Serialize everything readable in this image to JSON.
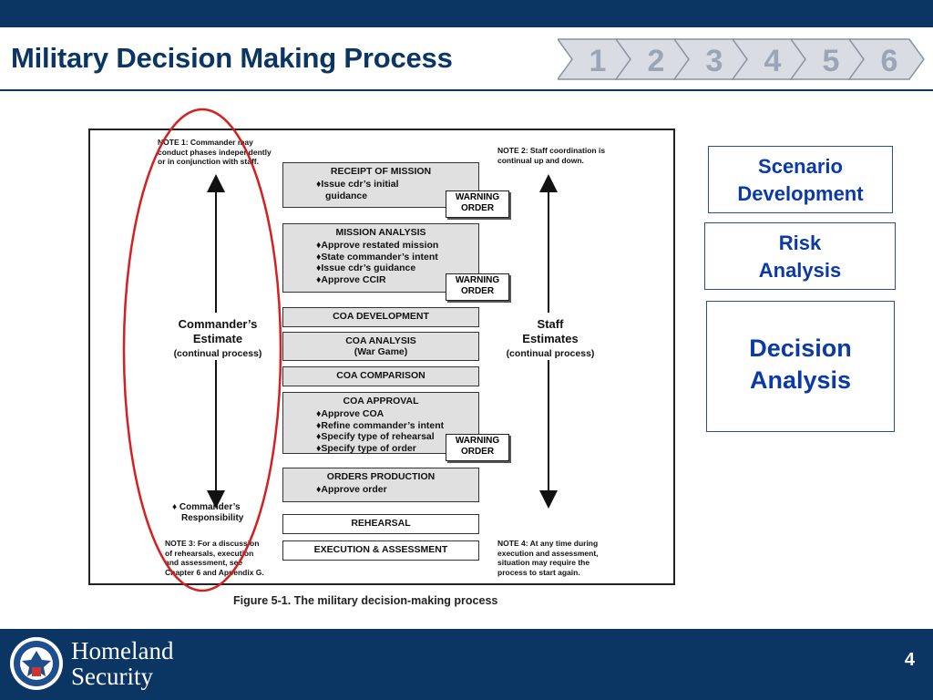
{
  "slide": {
    "title": "Military Decision Making Process",
    "page_number": "4",
    "brand_line1": "Homeland",
    "brand_line2": "Security",
    "steps": [
      "1",
      "2",
      "3",
      "4",
      "5",
      "6"
    ]
  },
  "figure": {
    "note1": "NOTE 1:  Commander may conduct phases independently or in conjunction with staff.",
    "note2": "NOTE 2:  Staff coordination is continual up and down.",
    "note3": "NOTE 3:  For a discussion of rehearsals, execution and assessment, see Chapter 6 and Appendix G.",
    "note4": "NOTE 4:  At any time during execution and assessment, situation may require the process to start again.",
    "left_label": "Commander’s",
    "left_label2": "Estimate",
    "left_sub": "(continual process)",
    "right_label": "Staff",
    "right_label2": "Estimates",
    "right_sub": "(continual process)",
    "responsibility": "♦ Commander’s",
    "responsibility2": "Responsibility",
    "warning_line1": "WARNING",
    "warning_line2": "ORDER",
    "caption": "Figure 5-1.  The military decision-making process",
    "steps": [
      {
        "title": "RECEIPT OF MISSION",
        "items": [
          "Issue cdr’s initial",
          "guidance"
        ]
      },
      {
        "title": "MISSION ANALYSIS",
        "items": [
          "Approve restated mission",
          "State commander’s intent",
          "Issue cdr’s guidance",
          "Approve CCIR"
        ]
      },
      {
        "title": "COA DEVELOPMENT"
      },
      {
        "title": "COA ANALYSIS",
        "subtitle": "(War Game)"
      },
      {
        "title": "COA COMPARISON"
      },
      {
        "title": "COA APPROVAL",
        "items": [
          "Approve COA",
          "Refine commander’s intent",
          "Specify type of rehearsal",
          "Specify type of order"
        ]
      },
      {
        "title": "ORDERS PRODUCTION",
        "items": [
          "Approve order"
        ]
      },
      {
        "title": "REHEARSAL"
      },
      {
        "title": "EXECUTION & ASSESSMENT"
      }
    ]
  },
  "side_boxes": {
    "scenario1": "Scenario",
    "scenario2": "Development",
    "risk1": "Risk",
    "risk2": "Analysis",
    "decision1": "Decision",
    "decision2": "Analysis"
  },
  "colors": {
    "navy": "#0b3563",
    "accent_blue": "#0b3aa8",
    "highlight_red": "#d42020"
  }
}
